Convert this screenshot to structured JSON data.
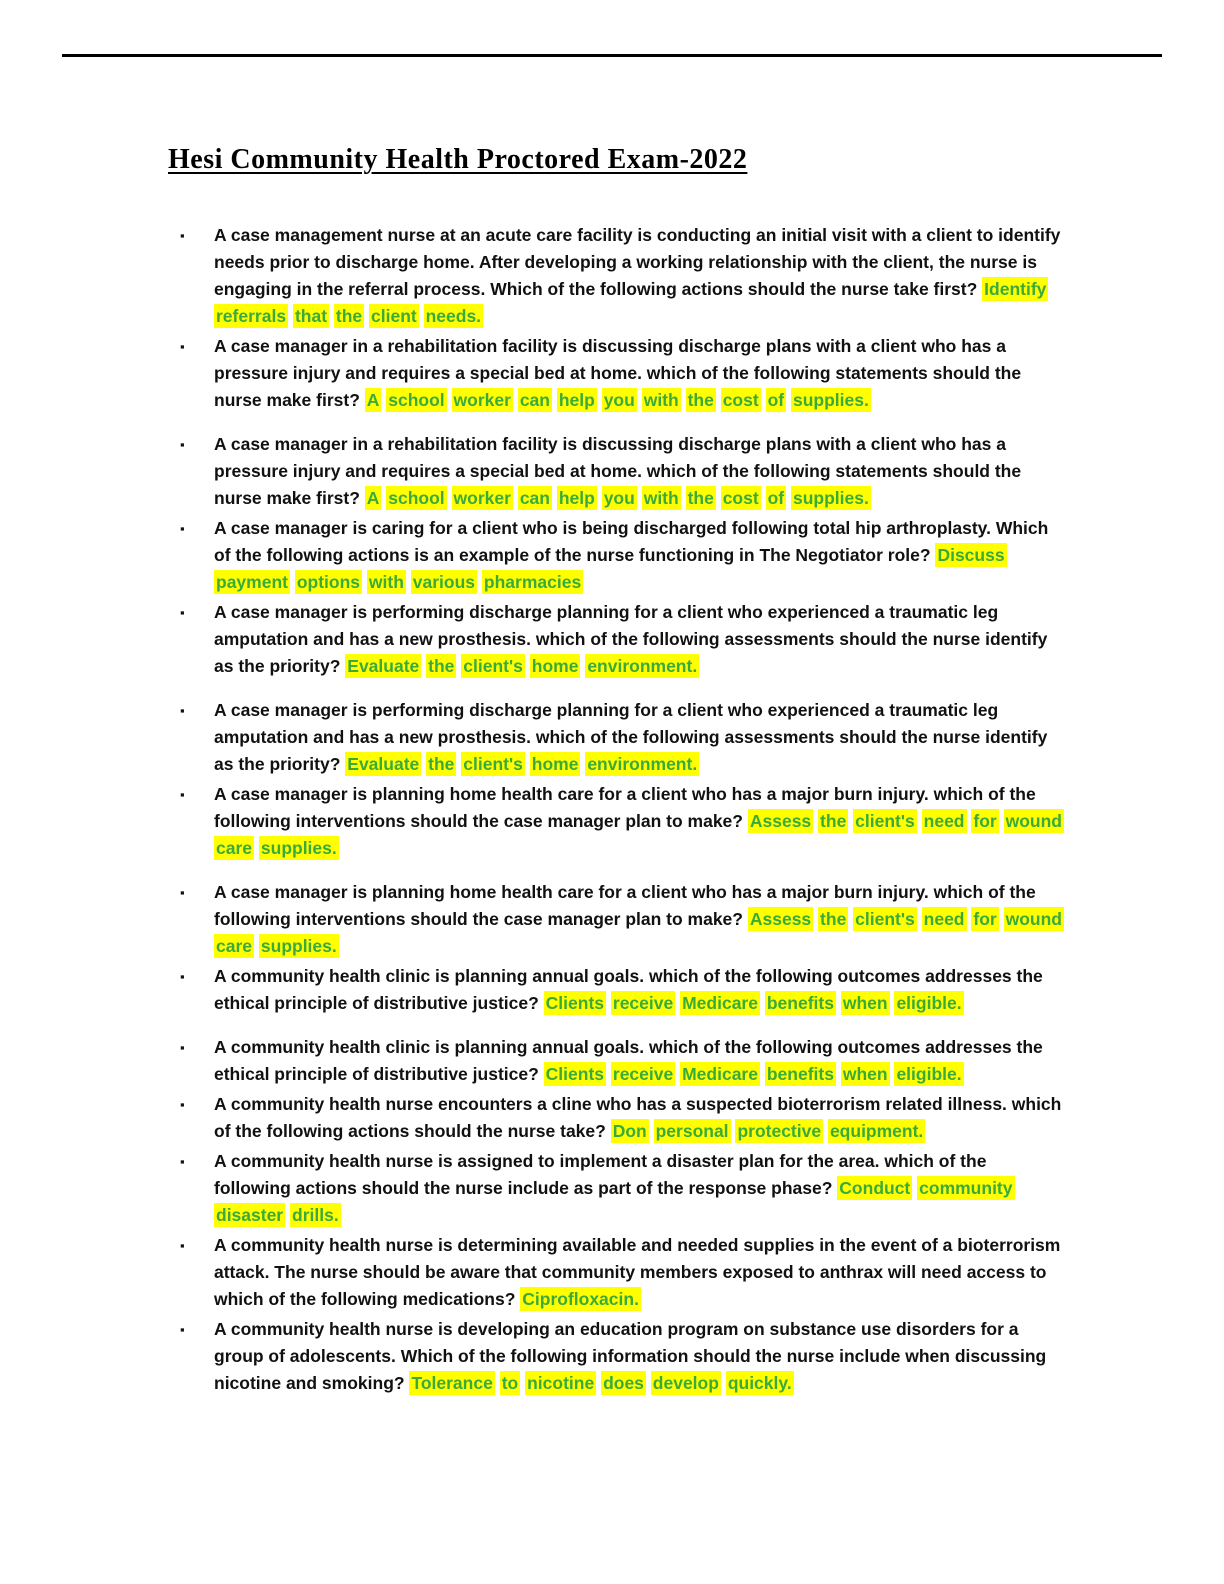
{
  "page": {
    "title": "Hesi Community Health Proctored Exam-2022",
    "colors": {
      "highlight": "#ffff00",
      "answer_text": "#3aab3a",
      "question_text": "#111111"
    },
    "items": [
      {
        "question": "A case management nurse at an acute care facility is conducting an initial visit with a client to identify needs prior to discharge home. After developing a working relationship with the client, the nurse is engaging in the referral process. Which of the following actions should the nurse take first?",
        "answer": "Identify referrals that the client needs.",
        "spaced": false
      },
      {
        "question": "A case manager in a rehabilitation facility is discussing discharge plans with a client who has a pressure injury and requires a special bed at home. which of the following statements should the nurse make first?",
        "answer": "A school worker can help you with the cost of supplies.",
        "spaced": false
      },
      {
        "question": "A case manager in a rehabilitation facility is discussing discharge plans with a client who has a pressure injury and requires a special bed at home. which of the following statements should the nurse make first?",
        "answer": "A school worker can help you with the cost of supplies.",
        "spaced": true
      },
      {
        "question": "A case manager is caring for a client who is being discharged following total hip arthroplasty. Which of the following actions is an example of the nurse functioning in The Negotiator role?",
        "answer": "Discuss payment options with various pharmacies",
        "spaced": false
      },
      {
        "question": "A case manager is performing discharge planning for a client who experienced a traumatic leg amputation and has a new prosthesis. which of the following assessments should the nurse identify as the priority?",
        "answer": "Evaluate the client's home environment.",
        "spaced": false
      },
      {
        "question": "A case manager is performing discharge planning for a client who experienced a traumatic leg amputation and has a new prosthesis. which of the following assessments should the nurse identify as the priority?",
        "answer": "Evaluate the client's home environment.",
        "spaced": true
      },
      {
        "question": "A case manager is planning home health care for a client who has a major burn injury. which of the following interventions should the case manager plan to make?",
        "answer": "Assess the client's need for wound care supplies.",
        "spaced": false
      },
      {
        "question": "A case manager is planning home health care for a client who has a major burn injury. which of the following interventions should the case manager plan to make?",
        "answer": "Assess the client's need for wound care supplies.",
        "spaced": true
      },
      {
        "question": "A community health clinic is planning annual goals. which of the following outcomes addresses the ethical principle of distributive justice?",
        "answer": "Clients receive Medicare benefits when eligible.",
        "spaced": false
      },
      {
        "question": "A community health clinic is planning annual goals. which of the following outcomes addresses the ethical principle of distributive justice?",
        "answer": "Clients receive Medicare benefits when eligible.",
        "spaced": true
      },
      {
        "question": "A community health nurse encounters a cline who has a suspected bioterrorism related illness. which of the following actions should the nurse take?",
        "answer": "Don personal protective equipment.",
        "spaced": false
      },
      {
        "question": "A community health nurse is assigned to implement a disaster plan for the area. which of the following actions should the nurse include as part of the response phase?",
        "answer": "Conduct community disaster drills.",
        "spaced": false
      },
      {
        "question": "A community health nurse is determining available and needed supplies in the event of a bioterrorism attack. The nurse should be aware that community members exposed to anthrax will need access to which of the following medications?",
        "answer": "Ciprofloxacin.",
        "spaced": false
      },
      {
        "question": "A community health nurse is developing an education program on substance use disorders for a group of adolescents. Which of the following information should the nurse include when discussing nicotine and smoking?",
        "answer": "Tolerance to nicotine does develop quickly.",
        "spaced": false
      }
    ]
  }
}
